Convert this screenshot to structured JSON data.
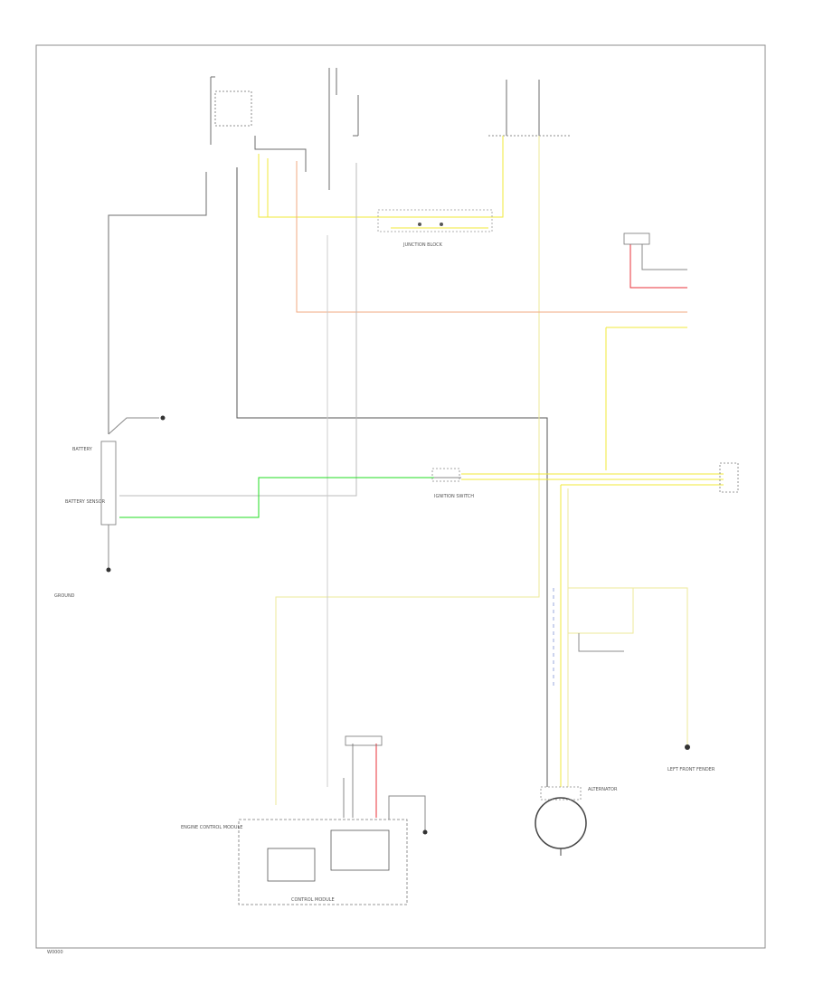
{
  "colors": {
    "black": "#333333",
    "yellow": "#f0ea3a",
    "yellow_pale": "#eee89a",
    "orange": "#f2a882",
    "red": "#e8323a",
    "green": "#22dd22",
    "tan": "#d49a3a",
    "gray": "#6e6e6e",
    "white": "#cfcfcf",
    "blue": "#9aa8dd",
    "frame": "#8c8c8c"
  },
  "labels": {
    "battery": "BATTERY",
    "battery_sensor": "BATTERY SENSOR",
    "alternator": "ALTERNATOR",
    "control_module": "CONTROL MODULE",
    "engine_control_module": "ENGINE CONTROL MODULE",
    "junction_block": "JUNCTION BLOCK",
    "ignition_switch": "IGNITION SWITCH",
    "ground": "GROUND",
    "left_front_fender": "LEFT FRONT FENDER",
    "figure_id": "W0000"
  }
}
